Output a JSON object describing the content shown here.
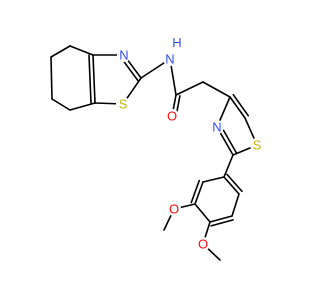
{
  "molecule": {
    "atom_labels": {
      "n_thiazole_fused": "N",
      "s_thiazole_fused": "S",
      "n_amide": "N",
      "h_amide": "H",
      "o_carbonyl": "O",
      "n_thiazole": "N",
      "s_thiazole": "S",
      "o_methoxy_3": "O",
      "o_methoxy_4": "O"
    },
    "colors": {
      "N": "#3050F8",
      "S": "#C8B400",
      "O": "#FF0D0D",
      "bond": "#000000"
    }
  }
}
